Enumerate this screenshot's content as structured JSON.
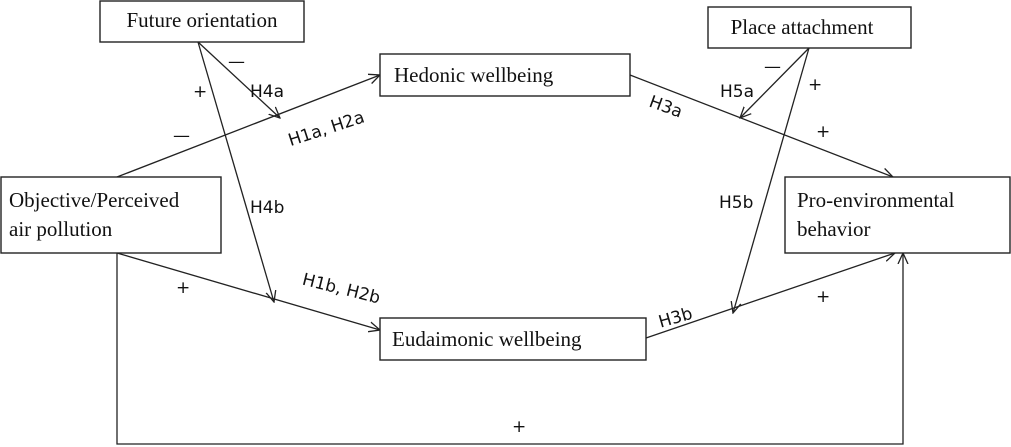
{
  "nodes": {
    "future_orientation": "Future orientation",
    "place_attachment": "Place attachment",
    "hedonic": "Hedonic wellbeing",
    "eudaimonic": "Eudaimonic wellbeing",
    "pollution_line1": "Objective/Perceived",
    "pollution_line2": "air pollution",
    "behavior_line1": "Pro-environmental",
    "behavior_line2": "behavior"
  },
  "hypotheses": {
    "h4a": "H4a",
    "h4b": "H4b",
    "h1a_h2a": "H1a, H2a",
    "h1b_h2b": "H1b, H2b",
    "h3a": "H3a",
    "h3b": "H3b",
    "h5a": "H5a",
    "h5b": "H5b"
  },
  "signs": {
    "fo_minus": "—",
    "fo_plus": "+",
    "pollution_hedonic": "—",
    "pollution_eudaimonic": "+",
    "pa_minus": "—",
    "pa_plus": "+",
    "hedonic_behavior": "+",
    "eudaimonic_behavior": "+",
    "direct_path": "+"
  }
}
